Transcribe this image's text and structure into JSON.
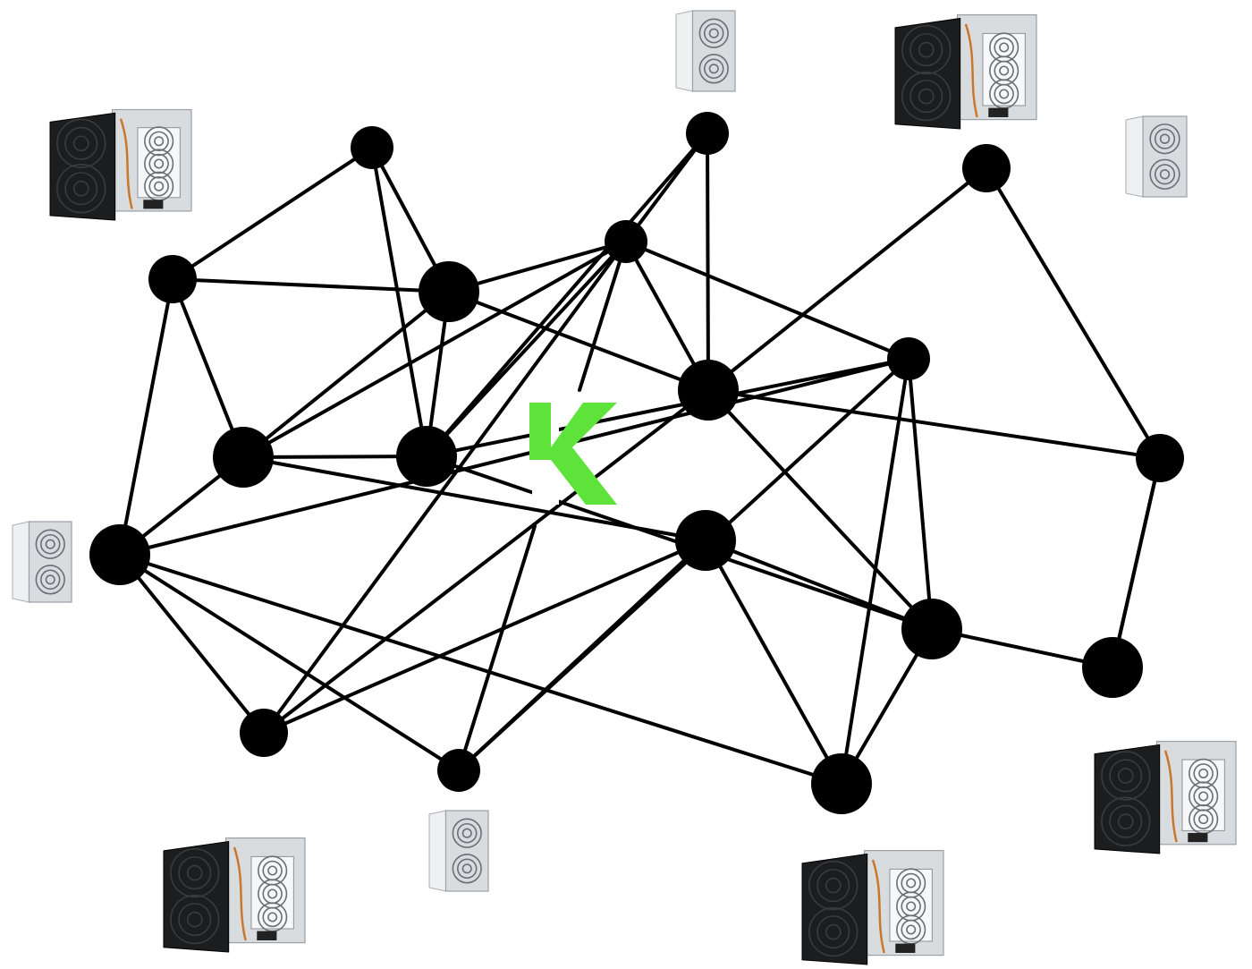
{
  "diagram": {
    "logo": {
      "letter": "K",
      "color": "#5ee33b"
    },
    "colors": {
      "node": "#000000",
      "edge": "#000000",
      "background": "#ffffff"
    },
    "nodes": [
      {
        "id": "n1",
        "size": "medium"
      },
      {
        "id": "n2",
        "size": "small"
      },
      {
        "id": "n3",
        "size": "small"
      },
      {
        "id": "n4",
        "size": "medium"
      },
      {
        "id": "n5",
        "size": "large"
      },
      {
        "id": "n6",
        "size": "large"
      },
      {
        "id": "n7",
        "size": "small"
      },
      {
        "id": "n8",
        "size": "large"
      },
      {
        "id": "n9",
        "size": "large"
      },
      {
        "id": "n10",
        "size": "medium"
      },
      {
        "id": "n11",
        "size": "small"
      },
      {
        "id": "n12",
        "size": "large"
      },
      {
        "id": "n13",
        "size": "medium"
      },
      {
        "id": "n14",
        "size": "large"
      },
      {
        "id": "n15",
        "size": "large"
      },
      {
        "id": "n16",
        "size": "small"
      },
      {
        "id": "n17",
        "size": "large"
      },
      {
        "id": "n18",
        "size": "large"
      }
    ],
    "edges": [
      [
        "n1",
        "n2"
      ],
      [
        "n1",
        "n5"
      ],
      [
        "n1",
        "n6"
      ],
      [
        "n1",
        "n8"
      ],
      [
        "n2",
        "n5"
      ],
      [
        "n2",
        "n9"
      ],
      [
        "n3",
        "n9"
      ],
      [
        "n3",
        "n7"
      ],
      [
        "n3",
        "n12"
      ],
      [
        "n4",
        "n12"
      ],
      [
        "n4",
        "n13"
      ],
      [
        "n5",
        "n6"
      ],
      [
        "n5",
        "n7"
      ],
      [
        "n5",
        "n9"
      ],
      [
        "n5",
        "n12"
      ],
      [
        "n6",
        "n7"
      ],
      [
        "n6",
        "n8"
      ],
      [
        "n6",
        "n9"
      ],
      [
        "n6",
        "n14"
      ],
      [
        "n7",
        "n9"
      ],
      [
        "n7",
        "n12"
      ],
      [
        "n7",
        "n10"
      ],
      [
        "n7",
        "n16"
      ],
      [
        "n8",
        "n10"
      ],
      [
        "n8",
        "n11"
      ],
      [
        "n8",
        "n15"
      ],
      [
        "n8",
        "n16"
      ],
      [
        "n9",
        "n16"
      ],
      [
        "n9",
        "n17"
      ],
      [
        "n10",
        "n12"
      ],
      [
        "n10",
        "n14"
      ],
      [
        "n11",
        "n14"
      ],
      [
        "n11",
        "n16"
      ],
      [
        "n12",
        "n17"
      ],
      [
        "n12",
        "n13"
      ],
      [
        "n13",
        "n18"
      ],
      [
        "n14",
        "n15"
      ],
      [
        "n14",
        "n17"
      ],
      [
        "n15",
        "n16"
      ],
      [
        "n15",
        "n17"
      ],
      [
        "n16",
        "n17"
      ],
      [
        "n17",
        "n18"
      ],
      [
        "n18",
        "n13"
      ]
    ],
    "miners": [
      {
        "id": "m1",
        "model": "large"
      },
      {
        "id": "m2",
        "model": "compact"
      },
      {
        "id": "m3",
        "model": "large"
      },
      {
        "id": "m4",
        "model": "compact"
      },
      {
        "id": "m5",
        "model": "compact"
      },
      {
        "id": "m6",
        "model": "large"
      },
      {
        "id": "m7",
        "model": "compact"
      },
      {
        "id": "m8",
        "model": "large"
      },
      {
        "id": "m9",
        "model": "large"
      }
    ]
  }
}
